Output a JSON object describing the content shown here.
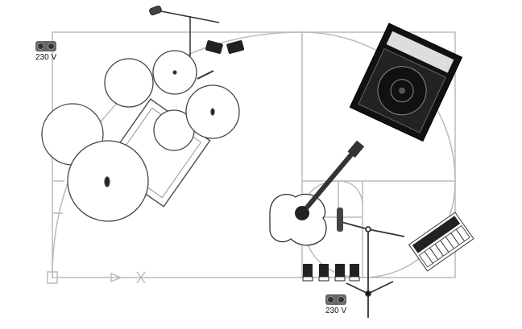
{
  "stage_plot": {
    "power_outlets": [
      {
        "label": "230 V"
      },
      {
        "label": "230 V"
      }
    ],
    "instruments": [
      "drum-kit",
      "guitar-amp",
      "acoustic-guitar",
      "keyboard",
      "vocal-mic",
      "drum-overhead-mic",
      "di-boxes",
      "pedals"
    ]
  }
}
